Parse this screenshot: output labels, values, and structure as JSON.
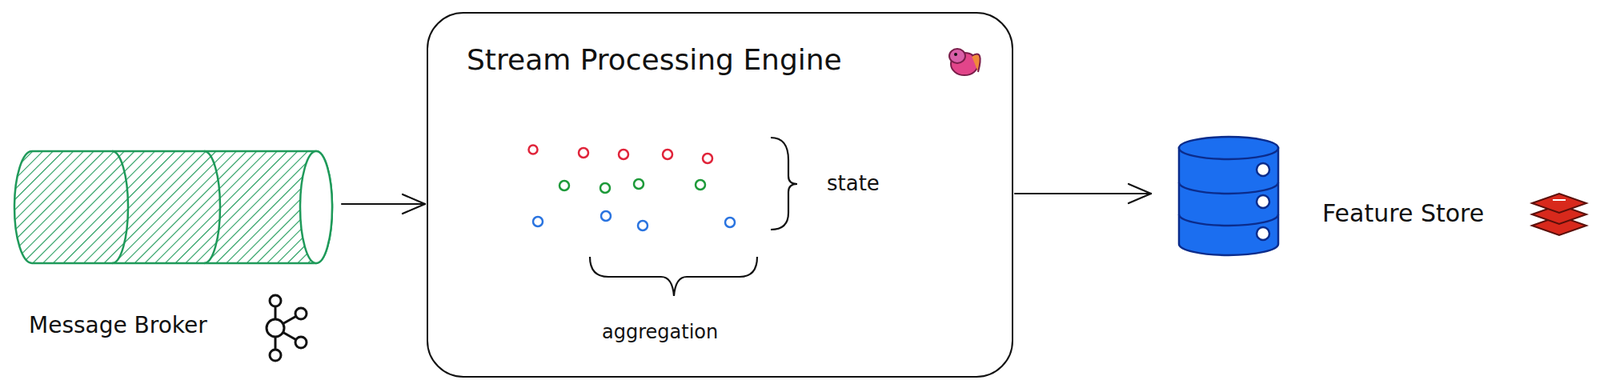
{
  "diagram": {
    "nodes": [
      {
        "text": [
          "Message Broker"
        ]
      },
      {
        "text": [
          "Stream Processing Engine"
        ]
      },
      {
        "text": [
          "Feature Store"
        ]
      }
    ],
    "edges": [
      {
        "from": 0,
        "to": 1,
        "arrow": "to"
      },
      {
        "from": 1,
        "to": 2,
        "arrow": "to"
      }
    ],
    "labels": [
      "state",
      "aggregation"
    ]
  }
}
